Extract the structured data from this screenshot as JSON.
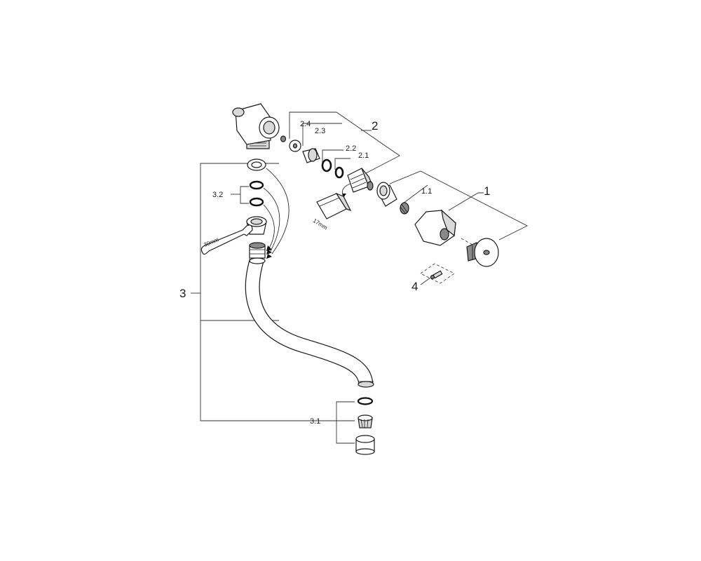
{
  "diagram": {
    "labels": {
      "l1": "1",
      "l1_1": "1.1",
      "l2": "2",
      "l2_1": "2.1",
      "l2_2": "2.2",
      "l2_3": "2.3",
      "l2_4": "2.4",
      "l3": "3",
      "l3_1": "3.1",
      "l3_2": "3.2",
      "l4": "4"
    },
    "tools": {
      "wrench_size": "30mm",
      "socket_size": "17mm"
    }
  }
}
